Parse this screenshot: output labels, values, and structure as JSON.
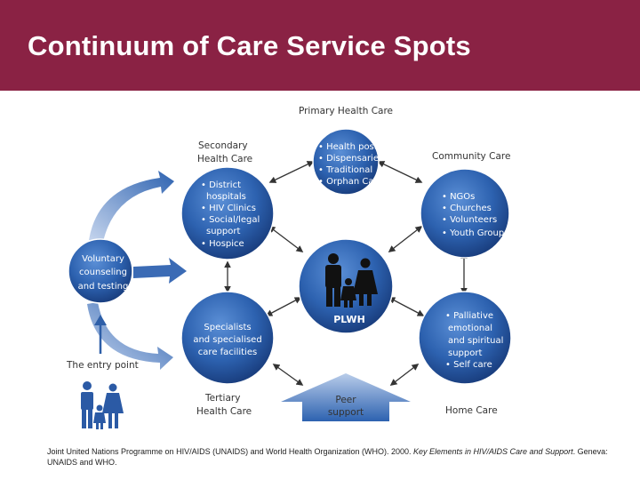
{
  "header": {
    "title": "Continuum of Care Service Spots"
  },
  "diagram": {
    "labels": {
      "primary": "Primary Health Care",
      "secondary_1": "Secondary",
      "secondary_2": "Health Care",
      "community": "Community Care",
      "tertiary_1": "Tertiary",
      "tertiary_2": "Health Care",
      "home": "Home Care",
      "entry": "The entry point"
    },
    "circles": {
      "primary": [
        "• Health posts",
        "• Dispensaries",
        "• Traditional",
        "• Orphan Care"
      ],
      "secondary": [
        "• District",
        "hospitals",
        "• HIV Clinics",
        "• Social/legal",
        "support",
        "• Hospice"
      ],
      "community": [
        "• NGOs",
        "• Churches",
        "• Volunteers",
        "• Youth Groups"
      ],
      "tertiary": [
        "Specialists",
        "and specialised",
        "care facilities"
      ],
      "home": [
        "• Palliative",
        "emotional",
        "and spiritual",
        "support",
        "• Self care"
      ],
      "vct": [
        "Voluntary",
        "counseling",
        "and testing"
      ],
      "center": "PLWH"
    },
    "peer": [
      "Peer",
      "support"
    ]
  },
  "citation": {
    "text_a": "Joint United Nations Programme on HIV/AIDS (UNAIDS) and World Health Organization (WHO). 2000. ",
    "text_italic": "Key Elements in HIV/AIDS Care and Support",
    "text_b": ". Geneva: UNAIDS and WHO."
  },
  "colors": {
    "header": "#8a2244",
    "circle": "#2d62b0",
    "arrow": "#2e5fa8"
  }
}
